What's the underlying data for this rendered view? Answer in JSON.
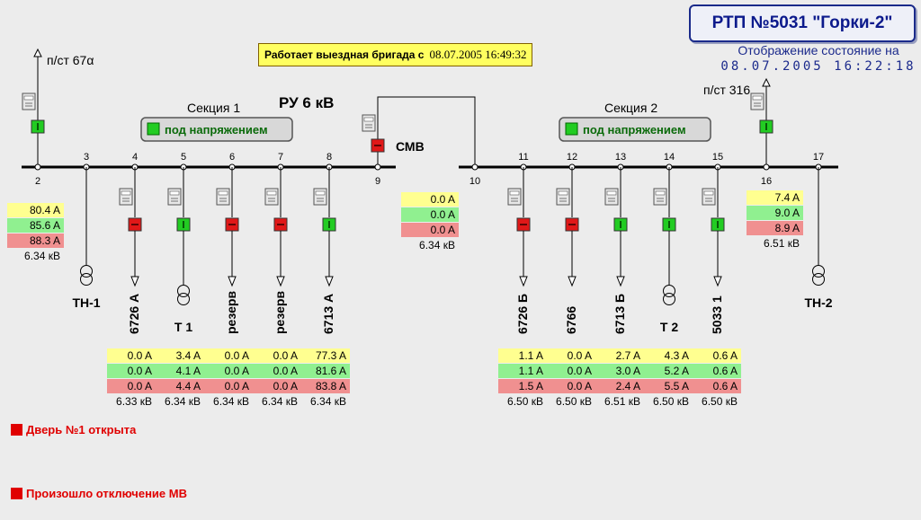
{
  "header": {
    "title": "РТП №5031 \"Горки-2\"",
    "state_label": "Отображение состояние на",
    "state_time": "08.07.2005  16:22:18"
  },
  "brigade": {
    "label": "Работает выездная бригада с",
    "time": "08.07.2005 16:49:32"
  },
  "ru_title": "РУ 6 кВ",
  "sections": [
    {
      "label": "Секция 1",
      "status": "под напряжением"
    },
    {
      "label": "Секция 2",
      "status": "под напряжением"
    }
  ],
  "feeds": [
    {
      "label": "п/ст 67α"
    },
    {
      "label": "п/ст 316"
    }
  ],
  "smv_label": "СМВ",
  "cells": [
    {
      "num": "2",
      "name": "",
      "state": "on",
      "kind": "input",
      "currents": [
        "80.4 A",
        "85.6 A",
        "88.3 A"
      ],
      "voltage": "6.34 кВ"
    },
    {
      "num": "3",
      "name": "ТН-1",
      "kind": "vt"
    },
    {
      "num": "4",
      "name": "6726 А",
      "state": "off",
      "kind": "feeder",
      "currents": [
        "0.0 A",
        "0.0 A",
        "0.0 A"
      ],
      "voltage": "6.33 кВ"
    },
    {
      "num": "5",
      "name": "Т 1",
      "state": "on",
      "kind": "trafo",
      "currents": [
        "3.4 A",
        "4.1 A",
        "4.4 A"
      ],
      "voltage": "6.34 кВ"
    },
    {
      "num": "6",
      "name": "резерв",
      "state": "off",
      "kind": "feeder",
      "currents": [
        "0.0 A",
        "0.0 A",
        "0.0 A"
      ],
      "voltage": "6.34 кВ"
    },
    {
      "num": "7",
      "name": "резерв",
      "state": "off",
      "kind": "feeder",
      "currents": [
        "0.0 A",
        "0.0 A",
        "0.0 A"
      ],
      "voltage": "6.34 кВ"
    },
    {
      "num": "8",
      "name": "6713 А",
      "state": "on",
      "kind": "feeder",
      "currents": [
        "77.3 A",
        "81.6 A",
        "83.8 A"
      ],
      "voltage": "6.34 кВ"
    },
    {
      "num": "9",
      "name": "СМВ",
      "state": "off",
      "kind": "tie",
      "currents": [
        "0.0 A",
        "0.0 A",
        "0.0 A"
      ],
      "voltage": "6.34 кВ"
    },
    {
      "num": "10",
      "name": "",
      "kind": "tie-end"
    },
    {
      "num": "11",
      "name": "6726 Б",
      "state": "off",
      "kind": "feeder",
      "currents": [
        "1.1 A",
        "1.1 A",
        "1.5 A"
      ],
      "voltage": "6.50 кВ"
    },
    {
      "num": "12",
      "name": "6766",
      "state": "off",
      "kind": "feeder",
      "currents": [
        "0.0 A",
        "0.0 A",
        "0.0 A"
      ],
      "voltage": "6.50 кВ"
    },
    {
      "num": "13",
      "name": "6713 Б",
      "state": "on",
      "kind": "feeder",
      "currents": [
        "2.7 A",
        "3.0 A",
        "2.4 A"
      ],
      "voltage": "6.51 кВ"
    },
    {
      "num": "14",
      "name": "Т 2",
      "state": "on",
      "kind": "trafo",
      "currents": [
        "4.3 A",
        "5.2 A",
        "5.5 A"
      ],
      "voltage": "6.50 кВ"
    },
    {
      "num": "15",
      "name": "5033 1",
      "state": "on",
      "kind": "feeder",
      "currents": [
        "0.6 A",
        "0.6 A",
        "0.6 A"
      ],
      "voltage": "6.50 кВ"
    },
    {
      "num": "16",
      "name": "",
      "state": "on",
      "kind": "input",
      "currents": [
        "7.4 A",
        "9.0 A",
        "8.9 A"
      ],
      "voltage": "6.51 кВ"
    },
    {
      "num": "17",
      "name": "ТН-2",
      "kind": "vt"
    }
  ],
  "alarms": [
    {
      "text": "Дверь №1 открыта"
    },
    {
      "text": "Произошло отключение МВ"
    }
  ],
  "colors": {
    "on": "#22cc22",
    "off": "#e01818",
    "bus": "#000000",
    "title": "#0c1a8c"
  }
}
